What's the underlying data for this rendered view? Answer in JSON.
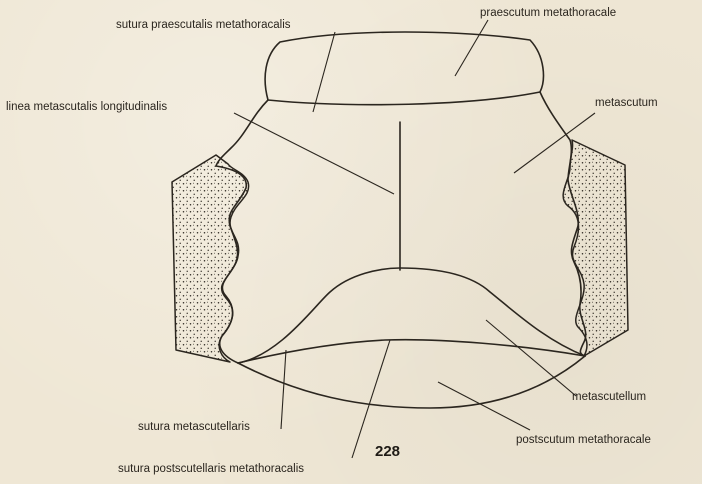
{
  "figure": {
    "number": "228",
    "labels": {
      "sutura_praescutalis": "sutura praescutalis metathoracalis",
      "praescutum": "praescutum metathoracale",
      "linea_metascutalis": "linea metascutalis longitudinalis",
      "metascutum": "metascutum",
      "metascutellum": "metascutellum",
      "sutura_metascutellaris": "sutura metascutellaris",
      "postscutum": "postscutum metathoracale",
      "sutura_postscutellaris": "sutura postscutellaris metathoracalis"
    }
  },
  "colors": {
    "background": "#efe7d5",
    "ink": "#2b261f",
    "stipple_fill": "#f4eddc"
  }
}
